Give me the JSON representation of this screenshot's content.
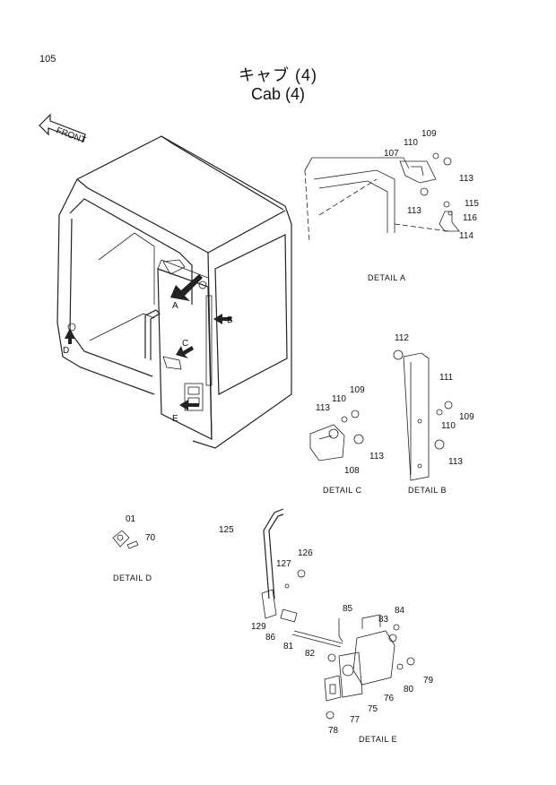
{
  "page_number": "105",
  "title_jp": "キャブ (4)",
  "title_en": "Cab (4)",
  "front_label": "FRONT",
  "callouts": {
    "A": "A",
    "B": "B",
    "C": "C",
    "D": "D",
    "E": "E"
  },
  "details": {
    "a": "DETAIL A",
    "b": "DETAIL B",
    "c": "DETAIL C",
    "d": "DETAIL D",
    "e": "DETAIL E"
  },
  "parts": {
    "p107": "107",
    "p109a": "109",
    "p110a": "110",
    "p113a": "113",
    "p113b": "113",
    "p115": "115",
    "p116": "116",
    "p114": "114",
    "p112": "112",
    "p111": "111",
    "p109b": "109",
    "p110b": "110",
    "p113c": "113",
    "p113d": "113",
    "p110c": "110",
    "p109c": "109",
    "p113e": "113",
    "p108": "108",
    "p01": "01",
    "p70": "70",
    "p125": "125",
    "p126": "126",
    "p127": "127",
    "p129": "129",
    "p86": "86",
    "p81": "81",
    "p85": "85",
    "p83": "83",
    "p84": "84",
    "p82": "82",
    "p79": "79",
    "p80": "80",
    "p76": "76",
    "p75": "75",
    "p77": "77",
    "p78": "78"
  }
}
